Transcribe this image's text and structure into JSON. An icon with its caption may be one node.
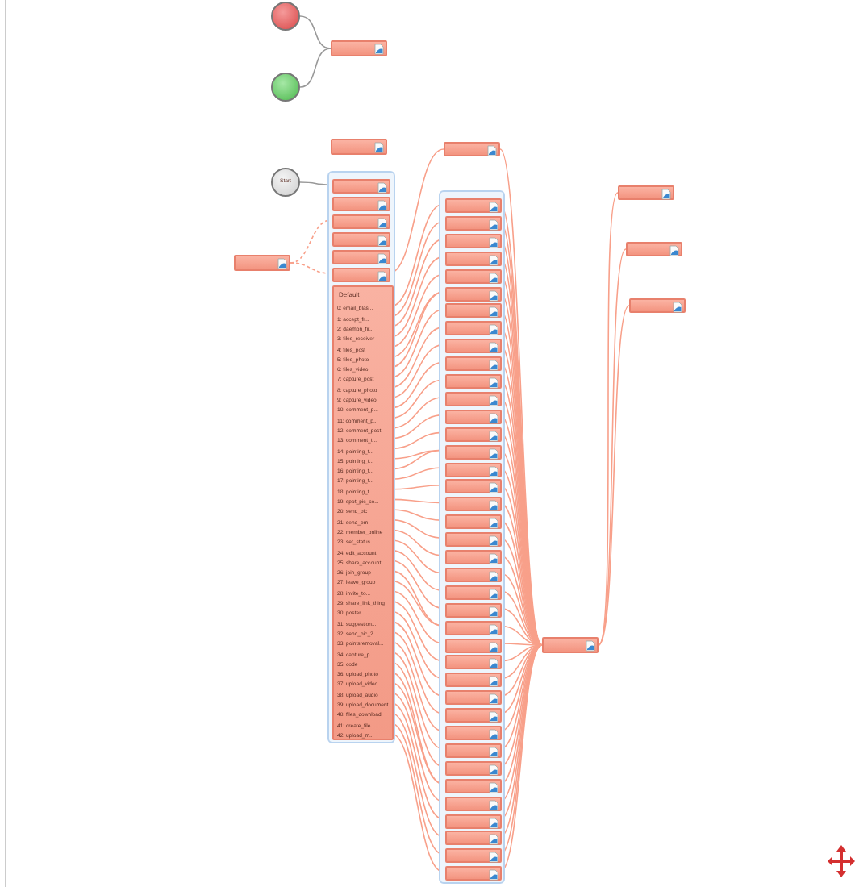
{
  "diagram": {
    "nodes": [
      {
        "text": [],
        "shape": "circle"
      },
      {
        "text": [],
        "shape": "circle"
      },
      {
        "text": [],
        "shape": "box"
      },
      {
        "text": [],
        "shape": "box"
      },
      {
        "text": [
          "Start"
        ]
      },
      {
        "text": [],
        "shape": "box"
      },
      {
        "text": [],
        "shape": "box",
        "in": 5
      },
      {
        "text": [],
        "shape": "box",
        "in": 5
      },
      {
        "text": [],
        "shape": "box",
        "in": 5
      },
      {
        "text": [],
        "shape": "box",
        "in": 5
      },
      {
        "text": [],
        "shape": "box",
        "in": 5
      },
      {
        "text": [],
        "shape": "box",
        "in": 5
      },
      {
        "text": [
          "Default"
        ],
        "in": 5
      },
      {
        "text": [
          "0: email_blas..."
        ],
        "in": 12
      },
      {
        "text": [
          "1: accept_fr..."
        ],
        "in": 12
      },
      {
        "text": [
          "2: daemon_fir..."
        ],
        "in": 12
      },
      {
        "text": [
          "3: files_receiver"
        ],
        "in": 12
      },
      {
        "text": [
          "4: files_post"
        ],
        "in": 12
      },
      {
        "text": [
          "5: files_photo"
        ],
        "in": 12
      },
      {
        "text": [
          "6: files_video"
        ],
        "in": 12
      },
      {
        "text": [
          "7: capture_post"
        ],
        "in": 12
      },
      {
        "text": [
          "8: capture_photo"
        ],
        "in": 12
      },
      {
        "text": [
          "9: capture_video"
        ],
        "in": 12
      },
      {
        "text": [
          "10: comment_p..."
        ],
        "in": 12
      },
      {
        "text": [
          "11: comment_p..."
        ],
        "in": 12
      },
      {
        "text": [
          "12: comment_post"
        ],
        "in": 12
      },
      {
        "text": [
          "13: comment_t..."
        ],
        "in": 12
      },
      {
        "text": [
          "14: pointing_t..."
        ],
        "in": 12
      },
      {
        "text": [
          "15: pointing_t..."
        ],
        "in": 12
      },
      {
        "text": [
          "16: pointing_t..."
        ],
        "in": 12
      },
      {
        "text": [
          "17: pointing_t..."
        ],
        "in": 12
      },
      {
        "text": [
          "18: pointing_t..."
        ],
        "in": 12
      },
      {
        "text": [
          "19: spot_pic_co..."
        ],
        "in": 12
      },
      {
        "text": [
          "20: send_pic"
        ],
        "in": 12
      },
      {
        "text": [
          "21: send_pm"
        ],
        "in": 12
      },
      {
        "text": [
          "22: member_online"
        ],
        "in": 12
      },
      {
        "text": [
          "23: set_status"
        ],
        "in": 12
      },
      {
        "text": [
          "24: edit_account"
        ],
        "in": 12
      },
      {
        "text": [
          "25: share_account"
        ],
        "in": 12
      },
      {
        "text": [
          "26: join_group"
        ],
        "in": 12
      },
      {
        "text": [
          "27: leave_group"
        ],
        "in": 12
      },
      {
        "text": [
          "28: invite_to..."
        ],
        "in": 12
      },
      {
        "text": [
          "29: share_link_thing"
        ],
        "in": 12
      },
      {
        "text": [
          "30: poster"
        ],
        "in": 12
      },
      {
        "text": [
          "31: suggestion..."
        ],
        "in": 12
      },
      {
        "text": [
          "32: send_pic_2..."
        ],
        "in": 12
      },
      {
        "text": [
          "33: pointsremoval..."
        ],
        "in": 12
      },
      {
        "text": [
          "34: capture_p..."
        ],
        "in": 12
      },
      {
        "text": [
          "35: code"
        ],
        "in": 12
      },
      {
        "text": [
          "36: upload_photo"
        ],
        "in": 12
      },
      {
        "text": [
          "37: upload_video"
        ],
        "in": 12
      },
      {
        "text": [
          "38: upload_audio"
        ],
        "in": 12
      },
      {
        "text": [
          "39: upload_document"
        ],
        "in": 12
      },
      {
        "text": [
          "40: files_download"
        ],
        "in": 12
      },
      {
        "text": [
          "41: create_file..."
        ],
        "in": 12
      },
      {
        "text": [
          "42: upload_m..."
        ],
        "in": 12
      },
      {
        "text": [],
        "shape": "box"
      },
      {
        "text": [],
        "shape": "box"
      },
      {
        "text": [],
        "shape": "box"
      },
      {
        "text": [],
        "shape": "box",
        "in": 58
      },
      {
        "text": [],
        "shape": "box",
        "in": 58
      },
      {
        "text": [],
        "shape": "box",
        "in": 58
      },
      {
        "text": [],
        "shape": "box",
        "in": 58
      },
      {
        "text": [],
        "shape": "box",
        "in": 58
      },
      {
        "text": [],
        "shape": "box",
        "in": 58
      },
      {
        "text": [],
        "shape": "box",
        "in": 58
      },
      {
        "text": [],
        "shape": "box",
        "in": 58
      },
      {
        "text": [],
        "shape": "box",
        "in": 58
      },
      {
        "text": [],
        "shape": "box",
        "in": 58
      },
      {
        "text": [],
        "shape": "box",
        "in": 58
      },
      {
        "text": [],
        "shape": "box",
        "in": 58
      },
      {
        "text": [],
        "shape": "box",
        "in": 58
      },
      {
        "text": [],
        "shape": "box",
        "in": 58
      },
      {
        "text": [],
        "shape": "box",
        "in": 58
      },
      {
        "text": [],
        "shape": "box",
        "in": 58
      },
      {
        "text": [],
        "shape": "box",
        "in": 58
      },
      {
        "text": [],
        "shape": "box",
        "in": 58
      },
      {
        "text": [],
        "shape": "box",
        "in": 58
      },
      {
        "text": [],
        "shape": "box",
        "in": 58
      },
      {
        "text": [],
        "shape": "box",
        "in": 58
      },
      {
        "text": [],
        "shape": "box",
        "in": 58
      },
      {
        "text": [],
        "shape": "box",
        "in": 58
      },
      {
        "text": [],
        "shape": "box",
        "in": 58
      },
      {
        "text": [],
        "shape": "box",
        "in": 58
      },
      {
        "text": [],
        "shape": "box",
        "in": 58
      },
      {
        "text": [],
        "shape": "box",
        "in": 58
      },
      {
        "text": [],
        "shape": "box",
        "in": 58
      },
      {
        "text": [],
        "shape": "box",
        "in": 58
      },
      {
        "text": [],
        "shape": "box",
        "in": 58
      },
      {
        "text": [],
        "shape": "box",
        "in": 58
      },
      {
        "text": [],
        "shape": "box",
        "in": 58
      },
      {
        "text": [],
        "shape": "box",
        "in": 58
      },
      {
        "text": [],
        "shape": "box",
        "in": 58
      },
      {
        "text": [],
        "shape": "box",
        "in": 58
      },
      {
        "text": [],
        "shape": "box",
        "in": 58
      },
      {
        "text": [],
        "shape": "box",
        "in": 58
      },
      {
        "text": [],
        "shape": "box",
        "in": 58
      },
      {
        "text": [],
        "shape": "box",
        "in": 58
      },
      {
        "text": [],
        "shape": "box"
      },
      {
        "text": [],
        "shape": "box"
      },
      {
        "text": [],
        "shape": "box"
      },
      {
        "text": [],
        "shape": "box"
      }
    ],
    "edges": [
      {
        "from": 0,
        "to": 2,
        "arrow": "none",
        "color": "#999999"
      },
      {
        "from": 1,
        "to": 2,
        "arrow": "none",
        "color": "#999999"
      },
      {
        "from": 4,
        "to": 6,
        "arrow": "none",
        "color": "#999999"
      },
      {
        "from": 56,
        "to": 8,
        "arrow": "none",
        "style": "dashed"
      },
      {
        "from": 56,
        "to": 11,
        "arrow": "none",
        "style": "dashed"
      },
      {
        "from": 11,
        "to": 57,
        "arrow": "none"
      },
      {
        "from": 13,
        "to": 59,
        "arrow": "none"
      },
      {
        "from": 14,
        "to": 60,
        "arrow": "none"
      },
      {
        "from": 15,
        "to": 61,
        "arrow": "none"
      },
      {
        "from": 16,
        "to": 62,
        "arrow": "none"
      },
      {
        "from": 17,
        "to": 63,
        "arrow": "none"
      },
      {
        "from": 18,
        "to": 64,
        "arrow": "none"
      },
      {
        "from": 19,
        "to": 64,
        "arrow": "none"
      },
      {
        "from": 20,
        "to": 65,
        "arrow": "none"
      },
      {
        "from": 21,
        "to": 66,
        "arrow": "none"
      },
      {
        "from": 22,
        "to": 67,
        "arrow": "none"
      },
      {
        "from": 23,
        "to": 68,
        "arrow": "none"
      },
      {
        "from": 24,
        "to": 69,
        "arrow": "none"
      },
      {
        "from": 25,
        "to": 70,
        "arrow": "none"
      },
      {
        "from": 26,
        "to": 71,
        "arrow": "none"
      },
      {
        "from": 27,
        "to": 72,
        "arrow": "none"
      },
      {
        "from": 28,
        "to": 73,
        "arrow": "none"
      },
      {
        "from": 29,
        "to": 73,
        "arrow": "none"
      },
      {
        "from": 30,
        "to": 74,
        "arrow": "none"
      },
      {
        "from": 31,
        "to": 75,
        "arrow": "none"
      },
      {
        "from": 32,
        "to": 76,
        "arrow": "none"
      },
      {
        "from": 33,
        "to": 77,
        "arrow": "none"
      },
      {
        "from": 34,
        "to": 78,
        "arrow": "none"
      },
      {
        "from": 35,
        "to": 79,
        "arrow": "none"
      },
      {
        "from": 36,
        "to": 80,
        "arrow": "none"
      },
      {
        "from": 37,
        "to": 81,
        "arrow": "none"
      },
      {
        "from": 38,
        "to": 82,
        "arrow": "none"
      },
      {
        "from": 39,
        "to": 83,
        "arrow": "none"
      },
      {
        "from": 40,
        "to": 83,
        "arrow": "none"
      },
      {
        "from": 41,
        "to": 84,
        "arrow": "none"
      },
      {
        "from": 42,
        "to": 85,
        "arrow": "none"
      },
      {
        "from": 43,
        "to": 86,
        "arrow": "none"
      },
      {
        "from": 44,
        "to": 87,
        "arrow": "none"
      },
      {
        "from": 45,
        "to": 88,
        "arrow": "none"
      },
      {
        "from": 46,
        "to": 89,
        "arrow": "none"
      },
      {
        "from": 47,
        "to": 90,
        "arrow": "none"
      },
      {
        "from": 48,
        "to": 91,
        "arrow": "none"
      },
      {
        "from": 49,
        "to": 92,
        "arrow": "none"
      },
      {
        "from": 50,
        "to": 92,
        "arrow": "none"
      },
      {
        "from": 51,
        "to": 93,
        "arrow": "none"
      },
      {
        "from": 52,
        "to": 94,
        "arrow": "none"
      },
      {
        "from": 53,
        "to": 95,
        "arrow": "none"
      },
      {
        "from": 54,
        "to": 96,
        "arrow": "none"
      },
      {
        "from": 55,
        "to": 97,
        "arrow": "none"
      },
      {
        "from": 59,
        "to": 98,
        "arrow": "none"
      },
      {
        "from": 60,
        "to": 98,
        "arrow": "none"
      },
      {
        "from": 61,
        "to": 98,
        "arrow": "none"
      },
      {
        "from": 62,
        "to": 98,
        "arrow": "none"
      },
      {
        "from": 63,
        "to": 98,
        "arrow": "none"
      },
      {
        "from": 64,
        "to": 98,
        "arrow": "none"
      },
      {
        "from": 65,
        "to": 98,
        "arrow": "none"
      },
      {
        "from": 66,
        "to": 98,
        "arrow": "none"
      },
      {
        "from": 67,
        "to": 98,
        "arrow": "none"
      },
      {
        "from": 68,
        "to": 98,
        "arrow": "none"
      },
      {
        "from": 69,
        "to": 98,
        "arrow": "none"
      },
      {
        "from": 70,
        "to": 98,
        "arrow": "none"
      },
      {
        "from": 71,
        "to": 98,
        "arrow": "none"
      },
      {
        "from": 72,
        "to": 98,
        "arrow": "none"
      },
      {
        "from": 73,
        "to": 98,
        "arrow": "none"
      },
      {
        "from": 74,
        "to": 98,
        "arrow": "none"
      },
      {
        "from": 75,
        "to": 98,
        "arrow": "none"
      },
      {
        "from": 76,
        "to": 98,
        "arrow": "none"
      },
      {
        "from": 77,
        "to": 98,
        "arrow": "none"
      },
      {
        "from": 78,
        "to": 98,
        "arrow": "none"
      },
      {
        "from": 79,
        "to": 98,
        "arrow": "none"
      },
      {
        "from": 80,
        "to": 98,
        "arrow": "none"
      },
      {
        "from": 81,
        "to": 98,
        "arrow": "none"
      },
      {
        "from": 82,
        "to": 98,
        "arrow": "none"
      },
      {
        "from": 83,
        "to": 98,
        "arrow": "none"
      },
      {
        "from": 84,
        "to": 98,
        "arrow": "none"
      },
      {
        "from": 85,
        "to": 98,
        "arrow": "none"
      },
      {
        "from": 86,
        "to": 98,
        "arrow": "none"
      },
      {
        "from": 87,
        "to": 98,
        "arrow": "none"
      },
      {
        "from": 88,
        "to": 98,
        "arrow": "none"
      },
      {
        "from": 89,
        "to": 98,
        "arrow": "none"
      },
      {
        "from": 90,
        "to": 98,
        "arrow": "none"
      },
      {
        "from": 91,
        "to": 98,
        "arrow": "none"
      },
      {
        "from": 92,
        "to": 98,
        "arrow": "none"
      },
      {
        "from": 93,
        "to": 98,
        "arrow": "none"
      },
      {
        "from": 94,
        "to": 98,
        "arrow": "none"
      },
      {
        "from": 95,
        "to": 98,
        "arrow": "none"
      },
      {
        "from": 96,
        "to": 98,
        "arrow": "none"
      },
      {
        "from": 97,
        "to": 98,
        "arrow": "none"
      },
      {
        "from": 57,
        "to": 98,
        "arrow": "none"
      },
      {
        "from": 98,
        "to": 99,
        "arrow": "none"
      },
      {
        "from": 98,
        "to": 100,
        "arrow": "none"
      },
      {
        "from": 98,
        "to": 101,
        "arrow": "none"
      }
    ]
  }
}
